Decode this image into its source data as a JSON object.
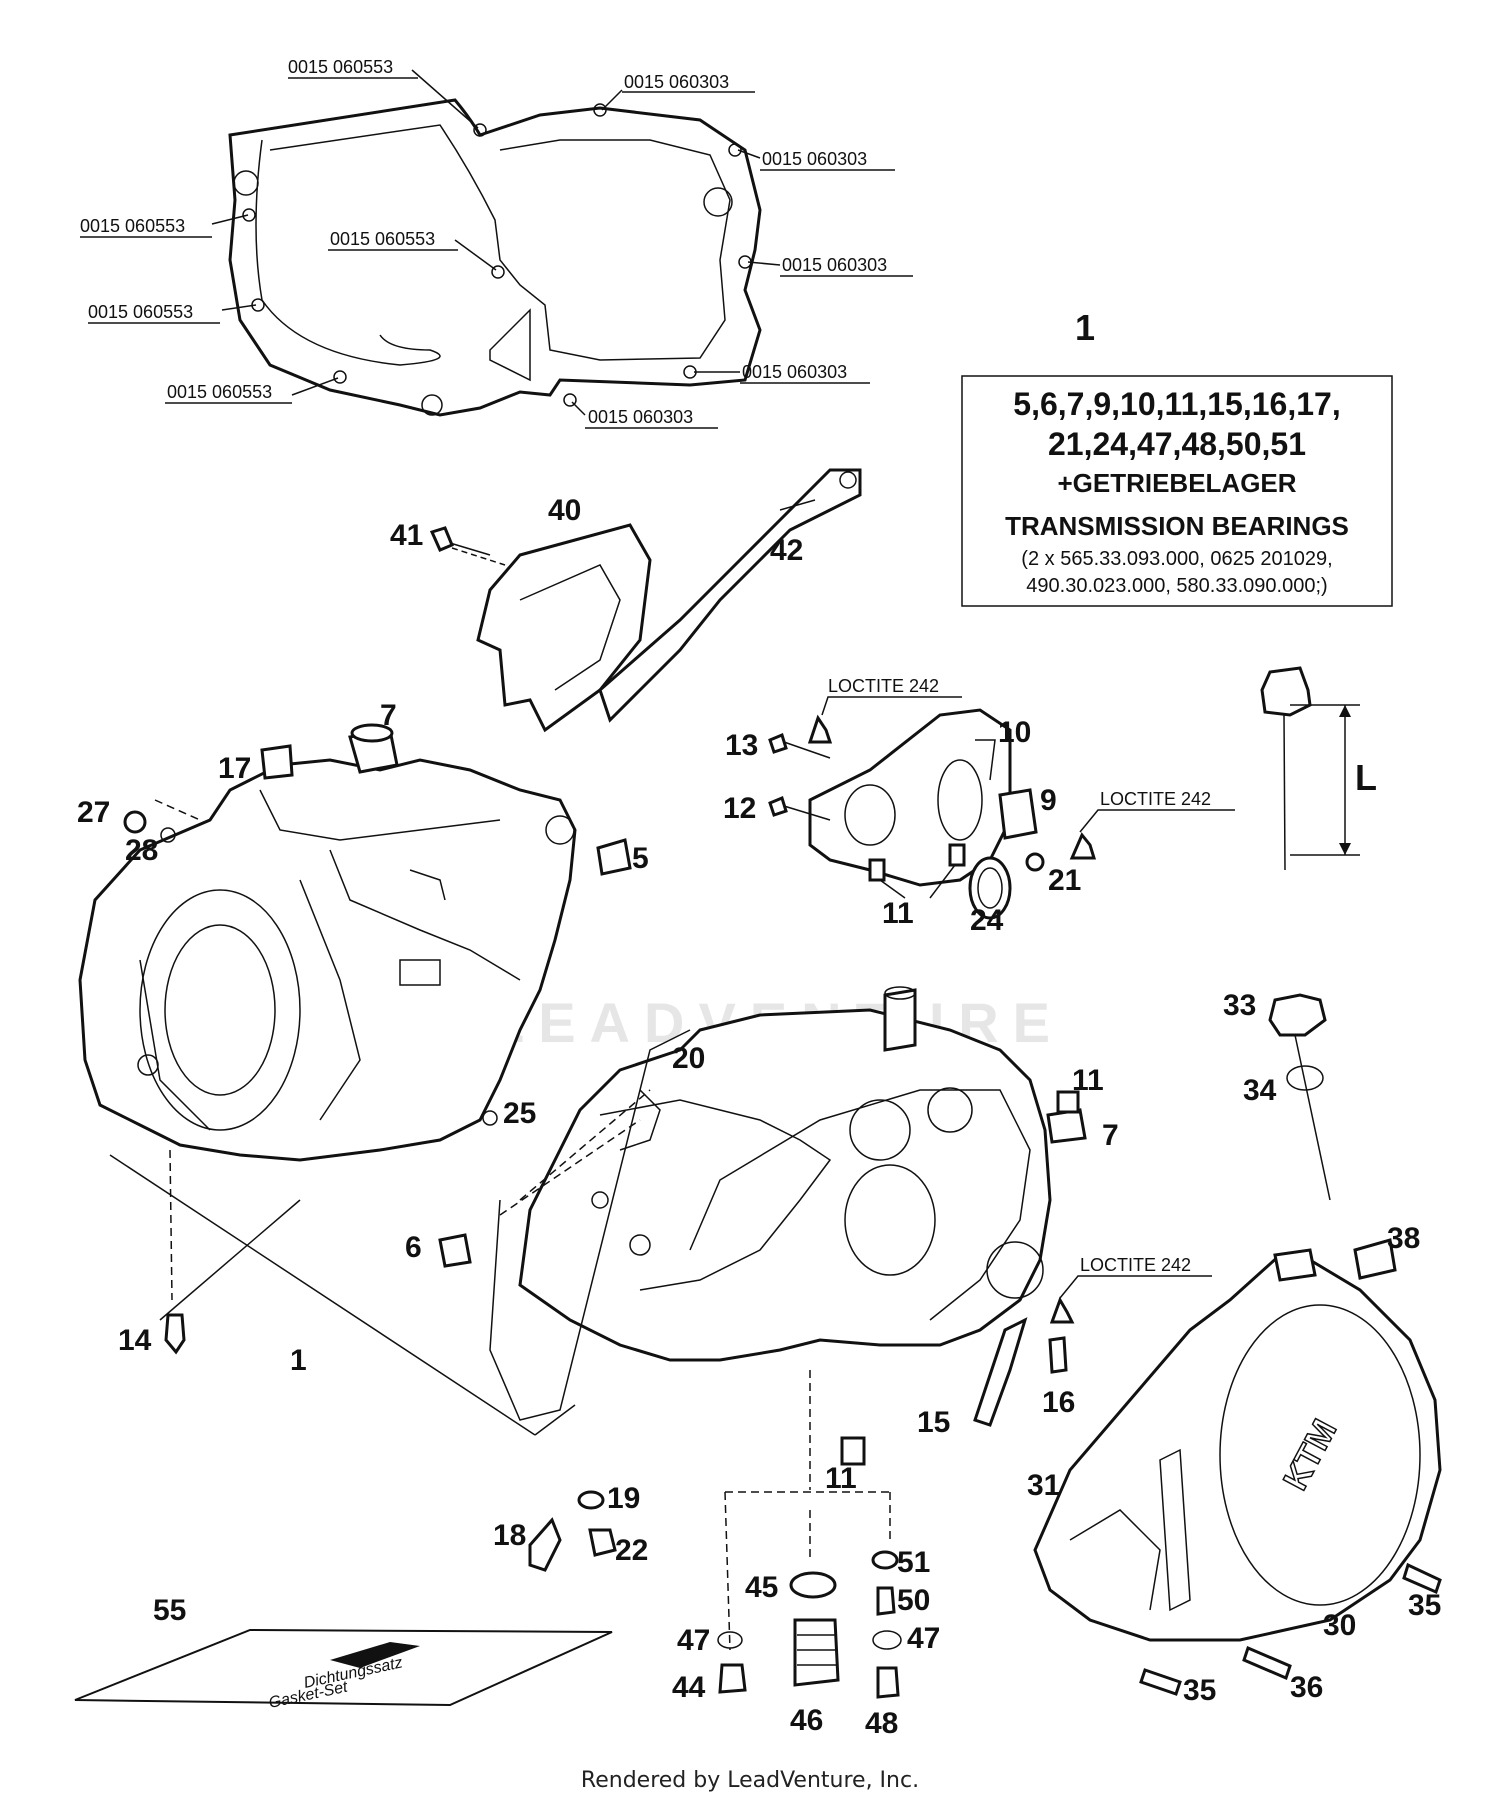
{
  "gasket_labels": [
    "0015 060553",
    "0015 060303",
    "0015 060303",
    "0015 060553",
    "0015 060553",
    "0015 060303",
    "0015 060553",
    "0015 060553",
    "0015 060303",
    "0015 060303"
  ],
  "parts_box": {
    "number": "1",
    "line1": "5,6,7,9,10,11,15,16,17,",
    "line2": "21,24,47,48,50,51",
    "line3": "+GETRIEBELAGER",
    "line4": "TRANSMISSION BEARINGS",
    "line5": "(2 x 565.33.093.000, 0625 201029,",
    "line6": "490.30.023.000, 580.33.090.000;)"
  },
  "loctite_labels": [
    "LOCTITE 242",
    "LOCTITE 242",
    "LOCTITE 242"
  ],
  "dipstick_length_label": "L",
  "callouts": [
    "41",
    "40",
    "42",
    "7",
    "17",
    "27",
    "28",
    "5",
    "13",
    "10",
    "12",
    "9",
    "21",
    "11",
    "24",
    "33",
    "34",
    "20",
    "11",
    "7",
    "25",
    "6",
    "14",
    "1",
    "38",
    "16",
    "15",
    "19",
    "11",
    "18",
    "22",
    "45",
    "51",
    "50",
    "47",
    "47",
    "44",
    "46",
    "48",
    "31",
    "30",
    "35",
    "35",
    "36",
    "55"
  ],
  "kit_text": [
    "Dichtungssatz",
    "Gasket-Set"
  ],
  "watermark": "LEADVENTURE",
  "footer": "Rendered by LeadVenture, Inc."
}
